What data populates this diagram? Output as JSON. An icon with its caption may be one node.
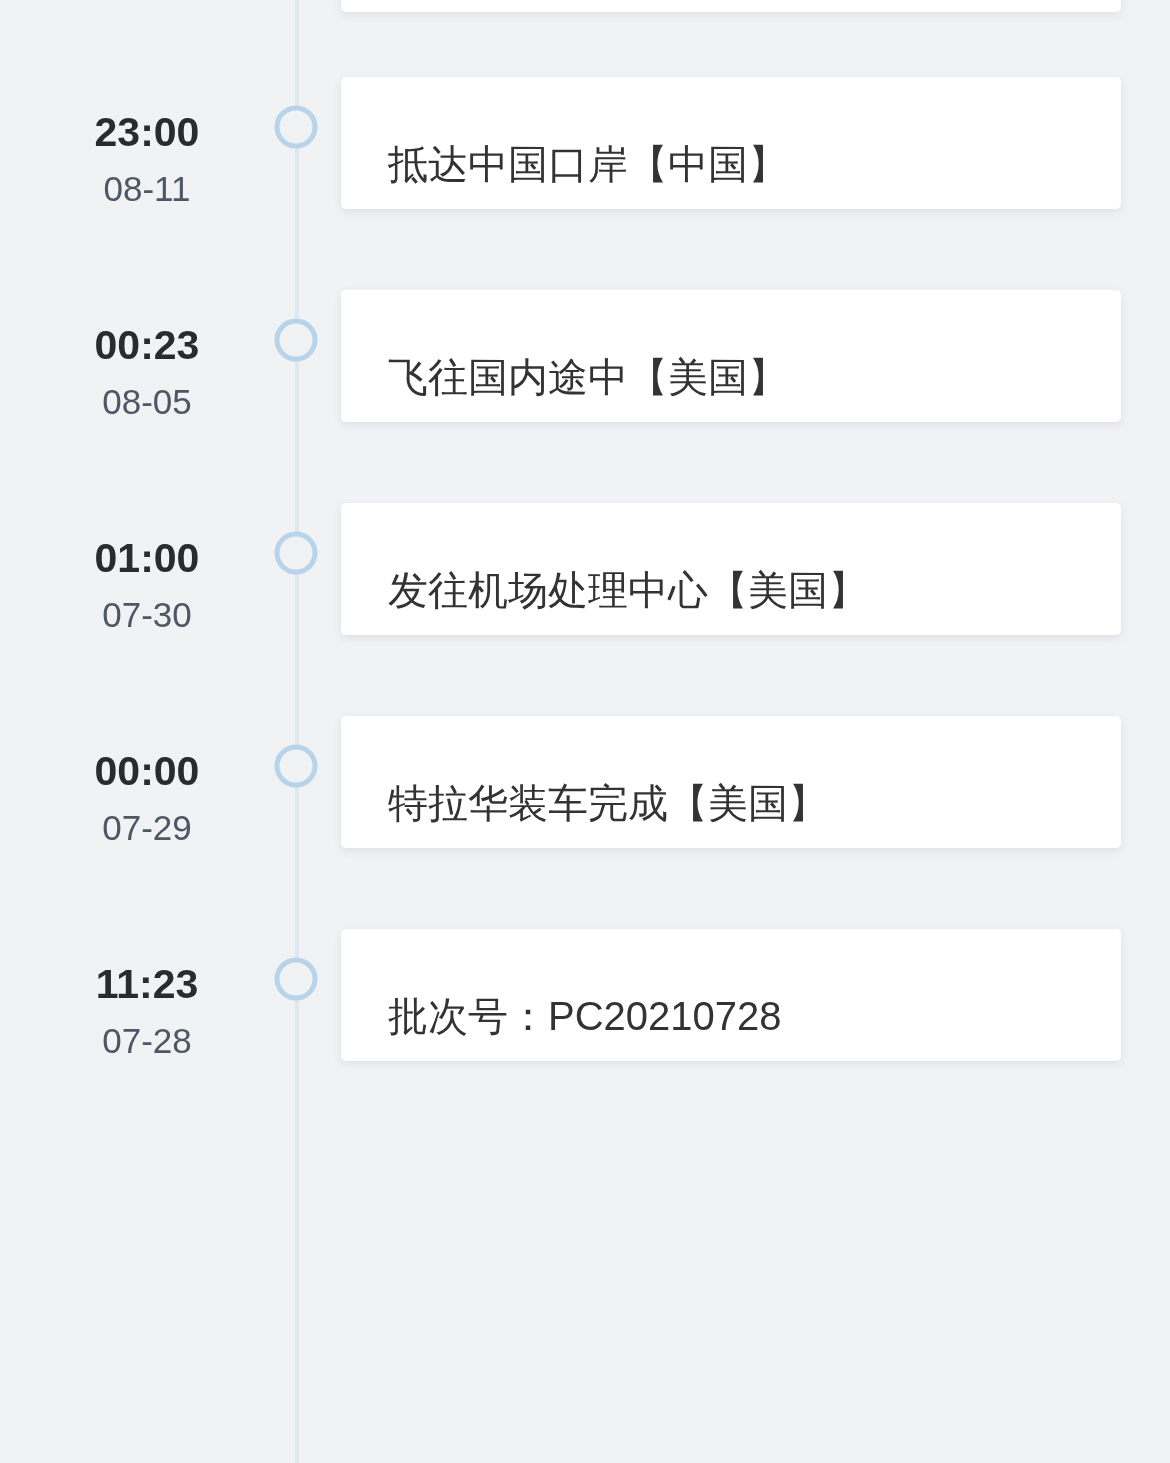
{
  "diagram": {
    "nodes": [
      {
        "text": [],
        "shape": "box"
      },
      {
        "text": [
          "抵达中国口岸【中国】"
        ],
        "beside": [
          "23:00",
          "08-11"
        ]
      },
      {
        "text": [
          "飞往国内途中【美国】"
        ],
        "beside": [
          "00:23",
          "08-05"
        ]
      },
      {
        "text": [
          "发往机场处理中心【美国】"
        ],
        "beside": [
          "01:00",
          "07-30"
        ]
      },
      {
        "text": [
          "特拉华装车完成【美国】"
        ],
        "beside": [
          "00:00",
          "07-29"
        ]
      },
      {
        "text": [
          "批次号：PC20210728"
        ],
        "beside": [
          "11:23",
          "07-28"
        ]
      }
    ]
  }
}
